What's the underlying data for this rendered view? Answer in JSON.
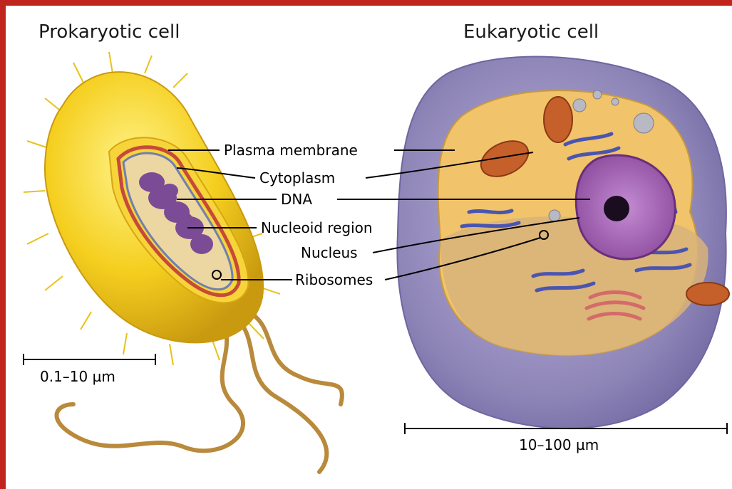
{
  "prokaryote": {
    "title": "Prokaryotic cell",
    "scale": "0.1–10 µm"
  },
  "eukaryote": {
    "title": "Eukaryotic cell",
    "scale": "10–100 µm"
  },
  "labels": {
    "plasma_membrane": "Plasma membrane",
    "cytoplasm": "Cytoplasm",
    "dna": "DNA",
    "nucleoid_region": "Nucleoid region",
    "nucleus": "Nucleus",
    "ribosomes": "Ribosomes"
  },
  "colors": {
    "border": "#c0251d",
    "prokaryote_capsule": "#f2c81a",
    "prokaryote_cytoplasm": "#ecd6a2",
    "nucleoid": "#7b4b96",
    "flagellum": "#b98a3c",
    "eukaryote_membrane": "#8f86b8",
    "eukaryote_cytoplasm": "#f1c36a",
    "nucleus": "#a05fae",
    "er": "#4a55b0"
  }
}
